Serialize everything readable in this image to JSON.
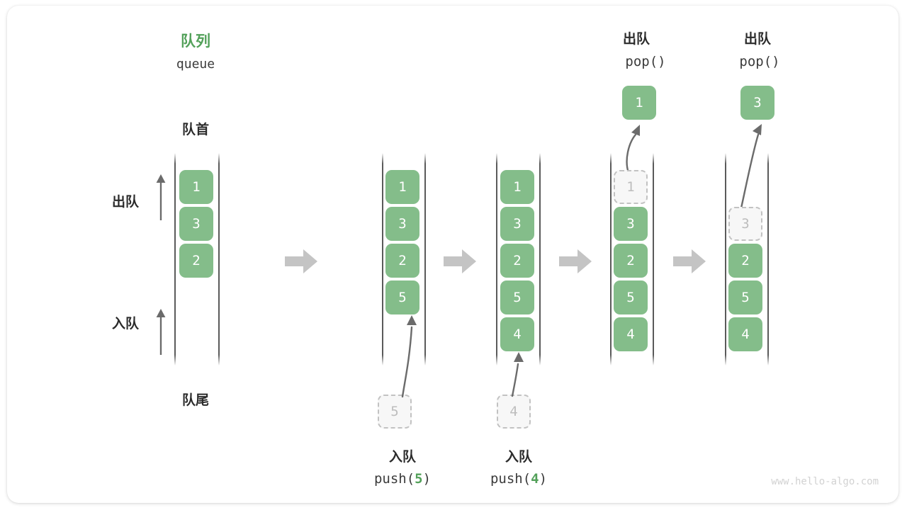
{
  "figure": {
    "title_cn": "队列",
    "title_code": "queue",
    "head_label": "队首",
    "tail_label": "队尾",
    "dequeue_label": "出队",
    "enqueue_label": "入队",
    "watermark": "www.hello-algo.com",
    "accent_color": "#53a15a",
    "box_color": "#84bd8a",
    "ghost_color": "#f7f7f7",
    "rail_color": "#5a5a5a",
    "separator_color": "#c4c4c4"
  },
  "stages": [
    {
      "id": "initial",
      "op_cn": "",
      "op_code": "",
      "items": [
        "1",
        "3",
        "2"
      ],
      "ghost_index": -1
    },
    {
      "id": "push-5",
      "op_cn": "入队",
      "op_code_prefix": "push(",
      "op_code_arg": "5",
      "op_code_suffix": ")",
      "items": [
        "1",
        "3",
        "2",
        "5"
      ],
      "incoming_value": "5"
    },
    {
      "id": "push-4",
      "op_cn": "入队",
      "op_code_prefix": "push(",
      "op_code_arg": "4",
      "op_code_suffix": ")",
      "items": [
        "1",
        "3",
        "2",
        "5",
        "4"
      ],
      "incoming_value": "4"
    },
    {
      "id": "pop-1",
      "op_cn": "出队",
      "op_code": "pop()",
      "items": [
        "1",
        "3",
        "2",
        "5",
        "4"
      ],
      "ghost_index": 0,
      "popped_value": "1"
    },
    {
      "id": "pop-3",
      "op_cn": "出队",
      "op_code": "pop()",
      "items": [
        "3",
        "2",
        "5",
        "4"
      ],
      "ghost_index": 0,
      "popped_value": "3"
    }
  ]
}
